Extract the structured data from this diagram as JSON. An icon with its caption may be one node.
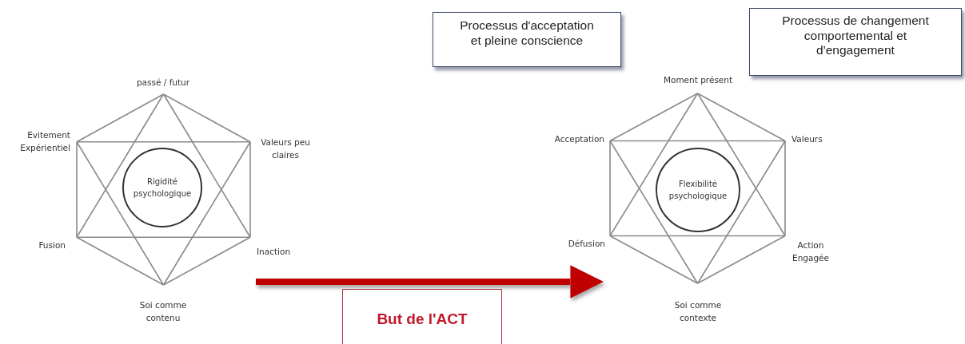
{
  "diagram": {
    "nodes": [
      {
        "text": [
          "Processus d'acceptation et pleine conscience"
        ]
      },
      {
        "text": [
          "Processus de changement comportemental et d'engagement"
        ]
      },
      {
        "text": [],
        "shape": "hexagram",
        "beside": [
          "passé / futur",
          "Evitement Expérientiel",
          "Valeurs peu claires",
          "Fusion",
          "Inaction",
          "Soi comme contenu"
        ]
      },
      {
        "text": [
          "Rigidité psychologique"
        ],
        "in": 2
      },
      {
        "text": [],
        "shape": "hexagram",
        "beside": [
          "Moment présent",
          "Acceptation",
          "Valeurs",
          "Défusion",
          "Action Engagée",
          "Soi comme contexte"
        ]
      },
      {
        "text": [
          "Flexibilité psychologique"
        ],
        "in": 4
      },
      {
        "text": [
          "But de l'ACT"
        ]
      }
    ],
    "edges": [
      {
        "from": 2,
        "to": 4,
        "arrow": "to",
        "color": "#c00000"
      }
    ]
  }
}
